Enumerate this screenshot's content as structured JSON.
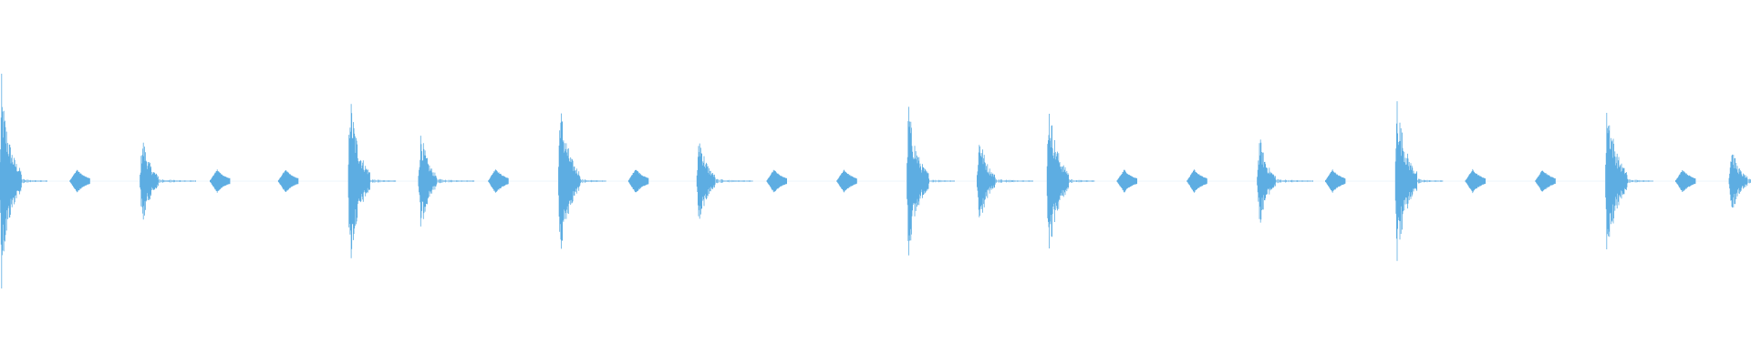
{
  "waveform": {
    "color": "#5dade2",
    "background": "#ffffff",
    "hits": [
      {
        "t": 0.0,
        "amp": 0.97,
        "kind": "kick"
      },
      {
        "t": 0.04,
        "amp": 0.12,
        "kind": "hat"
      },
      {
        "t": 0.08,
        "amp": 0.48,
        "kind": "snare"
      },
      {
        "t": 0.12,
        "amp": 0.12,
        "kind": "hat"
      },
      {
        "t": 0.159,
        "amp": 0.12,
        "kind": "hat"
      },
      {
        "t": 0.199,
        "amp": 0.93,
        "kind": "kick"
      },
      {
        "t": 0.239,
        "amp": 0.53,
        "kind": "snare"
      },
      {
        "t": 0.279,
        "amp": 0.13,
        "kind": "hat"
      },
      {
        "t": 0.319,
        "amp": 0.83,
        "kind": "kick"
      },
      {
        "t": 0.359,
        "amp": 0.13,
        "kind": "hat"
      },
      {
        "t": 0.398,
        "amp": 0.5,
        "kind": "snare"
      },
      {
        "t": 0.438,
        "amp": 0.12,
        "kind": "hat"
      },
      {
        "t": 0.478,
        "amp": 0.12,
        "kind": "hat"
      },
      {
        "t": 0.518,
        "amp": 0.78,
        "kind": "kick"
      },
      {
        "t": 0.558,
        "amp": 0.5,
        "kind": "snare"
      },
      {
        "t": 0.598,
        "amp": 0.85,
        "kind": "kick"
      },
      {
        "t": 0.638,
        "amp": 0.12,
        "kind": "hat"
      },
      {
        "t": 0.678,
        "amp": 0.12,
        "kind": "hat"
      },
      {
        "t": 0.718,
        "amp": 0.47,
        "kind": "snare"
      },
      {
        "t": 0.757,
        "amp": 0.12,
        "kind": "hat"
      },
      {
        "t": 0.797,
        "amp": 0.88,
        "kind": "kick"
      },
      {
        "t": 0.837,
        "amp": 0.12,
        "kind": "hat"
      },
      {
        "t": 0.877,
        "amp": 0.12,
        "kind": "hat"
      },
      {
        "t": 0.917,
        "amp": 0.87,
        "kind": "kick"
      },
      {
        "t": 0.957,
        "amp": 0.12,
        "kind": "hat"
      },
      {
        "t": 0.997,
        "amp": 0.37,
        "kind": "snare"
      }
    ]
  }
}
